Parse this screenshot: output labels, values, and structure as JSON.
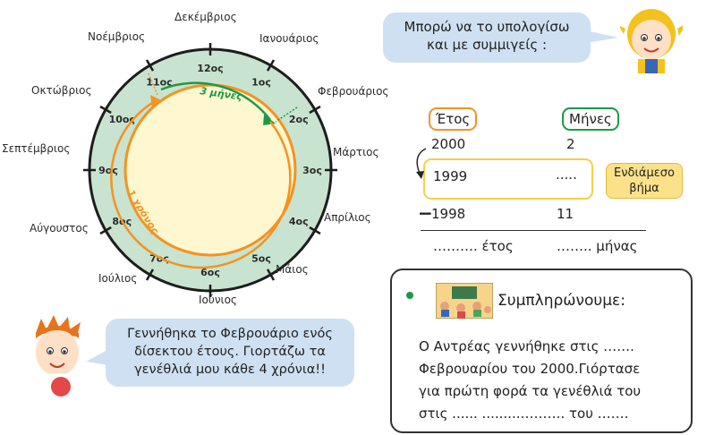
{
  "wheel": {
    "months": [
      {
        "name": "Δεκέμβριος",
        "ord": "12ος"
      },
      {
        "name": "Ιανουάριος",
        "ord": "1ος"
      },
      {
        "name": "Φεβρουάριος",
        "ord": "2ος"
      },
      {
        "name": "Μάρτιος",
        "ord": "3ος"
      },
      {
        "name": "Απρίλιος",
        "ord": "4ος"
      },
      {
        "name": "Μάιος",
        "ord": "5ος"
      },
      {
        "name": "Ιούνιος",
        "ord": "6ος"
      },
      {
        "name": "Ιούλιος",
        "ord": "7ος"
      },
      {
        "name": "Αύγουστος",
        "ord": "8ος"
      },
      {
        "name": "Σεπτέμβριος",
        "ord": "9ος"
      },
      {
        "name": "Οκτώβριος",
        "ord": "10ος"
      },
      {
        "name": "Νοέμβριος",
        "ord": "11ος"
      }
    ],
    "three_months": "3 μήνες",
    "one_year": "1 χρόνος",
    "colors": {
      "ring": "#c8e3cf",
      "orange": "#f39322",
      "green": "#1a9a48",
      "inner": "#fef7d0"
    }
  },
  "girl_bubble": {
    "line1": "Μπορώ να το υπολογίσω",
    "line2": "και με συμμιγείς :"
  },
  "boy_bubble": {
    "line1": "Γεννήθηκα το Φεβρουάριο ενός",
    "line2": "δίσεκτου έτους. Γιορτάζω τα",
    "line3": "γενέθλιά μου κάθε 4 χρόνια!!"
  },
  "calc": {
    "year_header": "Έτος",
    "month_header": "Μήνες",
    "row1": {
      "year": "2000",
      "month": "2"
    },
    "row2": {
      "year": "1999",
      "month": "....."
    },
    "row3": {
      "sign": "−",
      "year": "1998",
      "month": "11"
    },
    "result": {
      "year": "……….  έτος",
      "month": "……..  μήνας"
    },
    "intermediate": {
      "line1": "Ενδιάμεσο",
      "line2": "βήμα"
    }
  },
  "fill": {
    "title": "Συμπληρώνουμε:",
    "line1": "Ο Αντρέας γεννήθηκε στις …….",
    "line2": "Φεβρουαρίου του 2000.Γιόρτασε",
    "line3": "για πρώτη φορά τα γενέθλιά του",
    "line4": "στις ......   .........……….   του ……."
  }
}
